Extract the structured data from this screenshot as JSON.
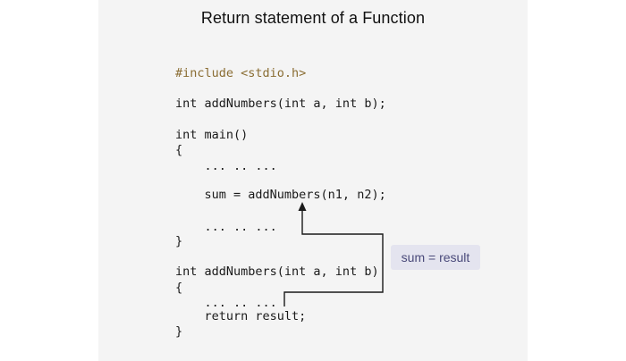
{
  "title": "Return statement of a Function",
  "code_lines": [
    "#include <stdio.h>",
    "int addNumbers(int a, int b);",
    "int main()",
    "{",
    "    ... .. ...",
    "    sum = addNumbers(n1, n2);",
    "    ... .. ...",
    "}",
    "int addNumbers(int a, int b)",
    "{",
    "    ... .. ...",
    "    return result;",
    "}"
  ],
  "annotation": "sum = result",
  "colors": {
    "include": "#8a6d33",
    "code_text": "#1a1a1a",
    "annotation_bg": "#e4e4ef",
    "annotation_text": "#4a4a7a",
    "panel_bg": "#f4f4f4",
    "arrow": "#1a1a1a"
  }
}
